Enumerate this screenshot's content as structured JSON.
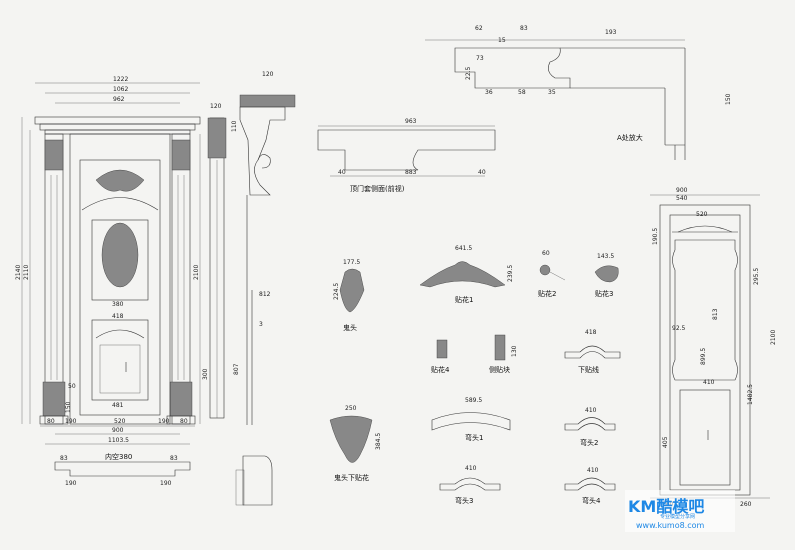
{
  "captions": {
    "top_trim_side": "顶门套侧面(前视)",
    "detail_a": "A处放大",
    "ghost_head": "鬼头",
    "applique_1": "贴花1",
    "applique_2": "贴花2",
    "applique_3": "贴花3",
    "applique_4": "贴花4",
    "side_block": "侧贴块",
    "lower_line": "下贴线",
    "ghost_head_lower": "鬼头下贴花",
    "arch_head_1": "弯头1",
    "arch_head_2": "弯头2",
    "arch_head_3": "弯头3",
    "arch_head_4": "弯头4",
    "inner_clear": "内空380"
  },
  "dims": {
    "d1222": "1222",
    "d1062": "1062",
    "d962": "962",
    "d120": "120",
    "d120b": "120",
    "d110": "110",
    "d963": "963",
    "d883": "883",
    "d40": "40",
    "d40b": "40",
    "d2140": "2140",
    "d2110": "2110",
    "d2100": "2100",
    "d380": "380",
    "d418": "418",
    "d481": "481",
    "d900": "900",
    "d520": "520",
    "d80": "80",
    "d190": "190",
    "d1103": "1103.5",
    "d83": "83",
    "d50": "50",
    "d150": "150",
    "d300": "300",
    "d807": "807",
    "d812": "812",
    "d3": "3",
    "d177": "177.5",
    "d224": "224.5",
    "d641": "641.5",
    "d239": "239.5",
    "d60": "60",
    "d143": "143.5",
    "d589": "589.5",
    "d250": "250",
    "d384": "384.5",
    "d410": "410",
    "d410b": "410",
    "d410c": "410",
    "d130": "130",
    "d62": "62",
    "d83b": "83",
    "d193": "193",
    "d15": "15",
    "d73": "73",
    "d36": "36",
    "d58": "58",
    "d35": "35",
    "d22": "22.5",
    "d150b": "150",
    "d900b": "900",
    "d540": "540",
    "d520b": "520",
    "d190b": "190.5",
    "d295": "295.5",
    "d2100b": "2100",
    "d92": "92.5",
    "d813": "813",
    "d899": "899.5",
    "d1482": "1482.5",
    "d405": "405",
    "d260": "260",
    "d410d": "410"
  },
  "watermark": {
    "brand": "KM酷模吧",
    "sub": "专业模型分享网",
    "url": "www.kumo8.com"
  }
}
